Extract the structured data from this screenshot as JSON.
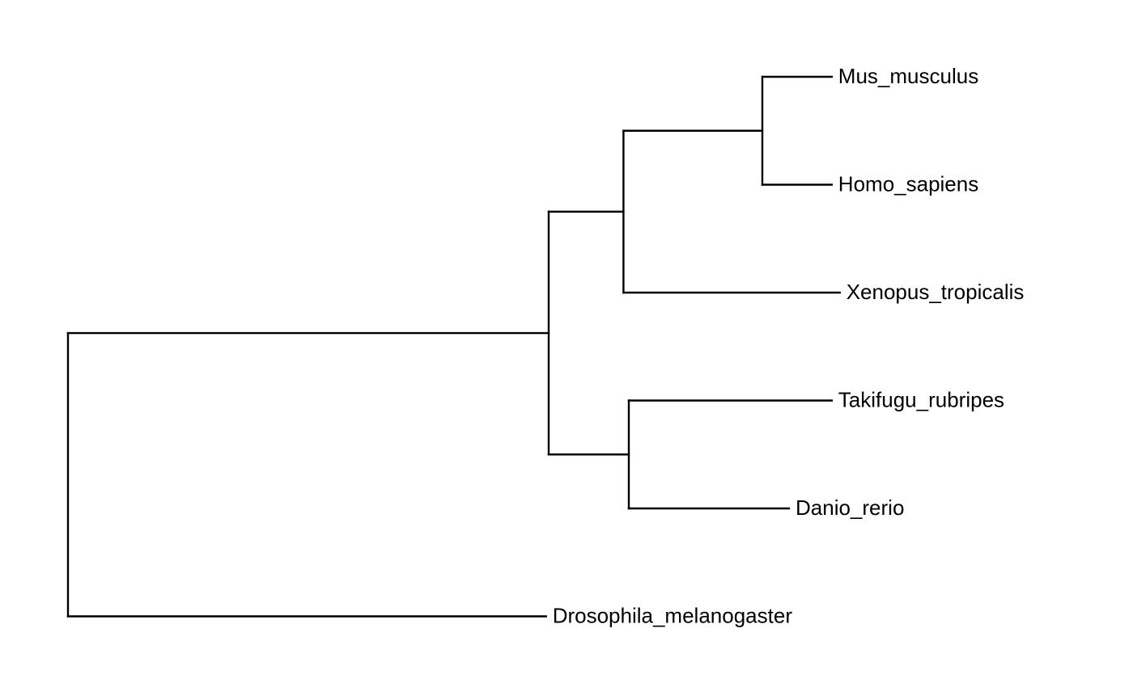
{
  "tree": {
    "style": "rectangular-phylogram",
    "line_color": "#000000",
    "background": "#ffffff",
    "root": {
      "id": "n-root",
      "children": [
        {
          "id": "n-vertebrates",
          "branch_length": 0.9,
          "children": [
            {
              "id": "n-tetrapods",
              "branch_length": 0.14,
              "children": [
                {
                  "id": "n-mammals",
                  "branch_length": 0.26,
                  "children": [
                    {
                      "id": "mus-musculus",
                      "label": "Mus_musculus",
                      "branch_length": 0.13
                    },
                    {
                      "id": "homo-sapiens",
                      "label": "Homo_sapiens",
                      "branch_length": 0.13
                    }
                  ]
                },
                {
                  "id": "xenopus-tropicalis",
                  "label": "Xenopus_tropicalis",
                  "branch_length": 0.405
                }
              ]
            },
            {
              "id": "n-fish",
              "branch_length": 0.15,
              "children": [
                {
                  "id": "takifugu-rubripes",
                  "label": "Takifugu_rubripes",
                  "branch_length": 0.38
                },
                {
                  "id": "danio-rerio",
                  "label": "Danio_rerio",
                  "branch_length": 0.3
                }
              ]
            }
          ]
        },
        {
          "id": "drosophila-melanogaster",
          "label": "Drosophila_melanogaster",
          "branch_length": 0.895
        }
      ]
    }
  }
}
